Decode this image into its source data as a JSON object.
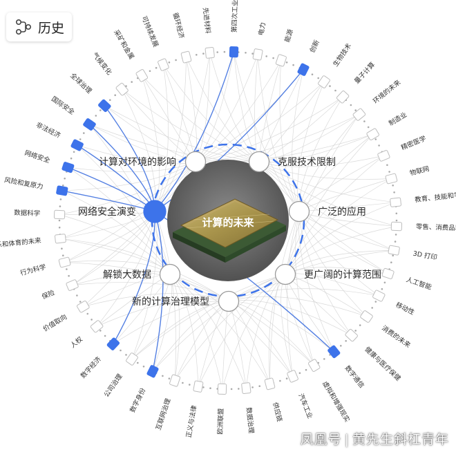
{
  "header": {
    "history_label": "历史",
    "history_icon": "branch-tree-icon"
  },
  "watermark": {
    "source": "凤凰号",
    "separator": "|",
    "author": "黄先生斜杠青年"
  },
  "colors": {
    "accent": "#4a78e0",
    "hub": "#3d73ea",
    "ring_dot": "#aaaaaa",
    "line": "#cfcfcf",
    "outer_node": "#ffffff",
    "outer_node_highlight": "#3d73ea"
  },
  "center": {
    "label": "计算的未来",
    "image": "cpu-chip-photo"
  },
  "hubs": [
    {
      "label": "计算对环境的影响",
      "highlighted": false
    },
    {
      "label": "克服技术限制",
      "highlighted": false
    },
    {
      "label": "广泛的应用",
      "highlighted": false
    },
    {
      "label": "更广阔的计算范围",
      "highlighted": false
    },
    {
      "label": "新的计算治理模型",
      "highlighted": false
    },
    {
      "label": "解锁大数据",
      "highlighted": false
    },
    {
      "label": "网络安全演变",
      "highlighted": true
    }
  ],
  "outer": [
    {
      "label": "第四次工业革命",
      "highlighted": true
    },
    {
      "label": "电力",
      "highlighted": false
    },
    {
      "label": "能源",
      "highlighted": false
    },
    {
      "label": "创新",
      "highlighted": true
    },
    {
      "label": "生物技术",
      "highlighted": false
    },
    {
      "label": "量子计算",
      "highlighted": false
    },
    {
      "label": "环境的未来",
      "highlighted": false
    },
    {
      "label": "制造业",
      "highlighted": false
    },
    {
      "label": "精密医学",
      "highlighted": false
    },
    {
      "label": "物联网",
      "highlighted": false
    },
    {
      "label": "教育、技能和学习",
      "highlighted": false
    },
    {
      "label": "零售、消费品和生活方式",
      "highlighted": false
    },
    {
      "label": "3D 打印",
      "highlighted": false
    },
    {
      "label": "人工智能",
      "highlighted": false
    },
    {
      "label": "移动性",
      "highlighted": false
    },
    {
      "label": "消费的未来",
      "highlighted": false
    },
    {
      "label": "健康与医疗保健",
      "highlighted": false
    },
    {
      "label": "数字通信",
      "highlighted": true
    },
    {
      "label": "虚拟和增强现实",
      "highlighted": false
    },
    {
      "label": "汽车工业",
      "highlighted": false
    },
    {
      "label": "供应链",
      "highlighted": false
    },
    {
      "label": "数据治理",
      "highlighted": false
    },
    {
      "label": "欧洲联盟",
      "highlighted": false
    },
    {
      "label": "正义与法律",
      "highlighted": false
    },
    {
      "label": "互联网治理",
      "highlighted": false
    },
    {
      "label": "数字身份",
      "highlighted": true
    },
    {
      "label": "公司治理",
      "highlighted": false
    },
    {
      "label": "数字经济",
      "highlighted": true
    },
    {
      "label": "人权",
      "highlighted": false
    },
    {
      "label": "价值取向",
      "highlighted": false
    },
    {
      "label": "保险",
      "highlighted": false
    },
    {
      "label": "行为科学",
      "highlighted": false
    },
    {
      "label": "媒体、娱乐和体育的未来",
      "highlighted": false
    },
    {
      "label": "数据科学",
      "highlighted": false
    },
    {
      "label": "风险和复原力",
      "highlighted": true
    },
    {
      "label": "网络安全",
      "highlighted": true
    },
    {
      "label": "非法经济",
      "highlighted": true
    },
    {
      "label": "国际安全",
      "highlighted": true
    },
    {
      "label": "全球治理",
      "highlighted": true
    },
    {
      "label": "气候变化",
      "highlighted": false
    },
    {
      "label": "采矿和金属",
      "highlighted": false
    },
    {
      "label": "可持续发展",
      "highlighted": false
    },
    {
      "label": "循环经济",
      "highlighted": false
    },
    {
      "label": "先进材料",
      "highlighted": false
    }
  ]
}
